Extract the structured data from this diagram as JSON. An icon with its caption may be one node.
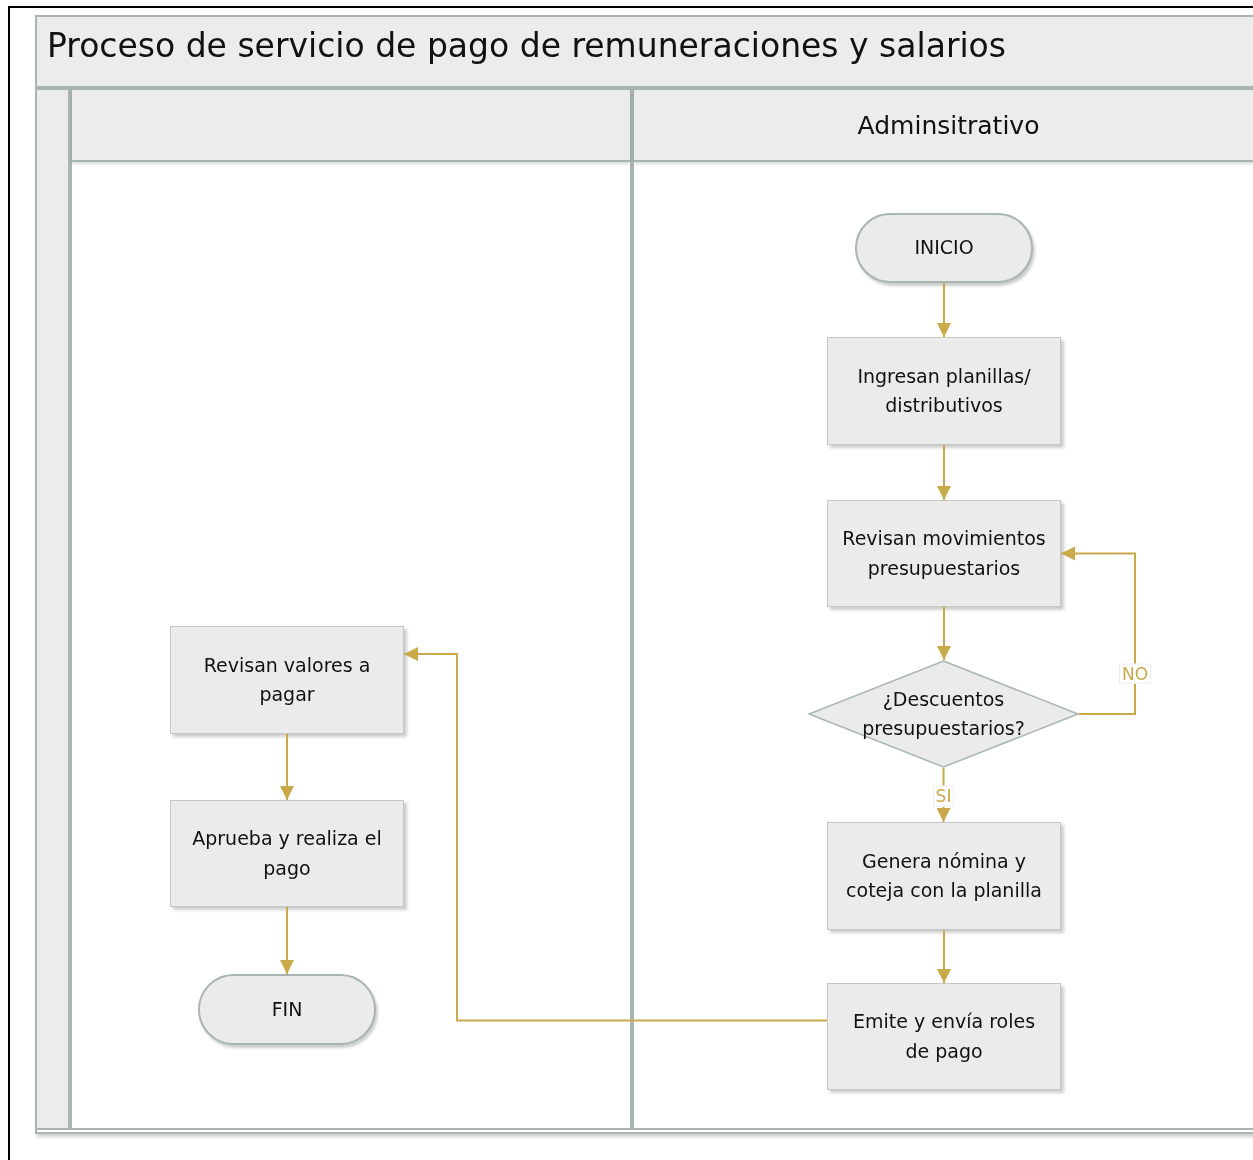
{
  "diagram": {
    "title": "Proceso de servicio de pago de remuneraciones y salarios",
    "nodes": [
      {
        "text": [],
        "shape": "band"
      },
      {
        "text": [
          "Adminsitrativo"
        ]
      },
      {
        "text": [
          "INICIO"
        ],
        "in": 1
      },
      {
        "text": [
          "Ingresan planillas/ distributivos"
        ],
        "in": 1
      },
      {
        "text": [
          "Revisan movimientos presupuestarios"
        ],
        "in": 1
      },
      {
        "text": [
          "¿Descuentos presupuestarios?"
        ],
        "in": 1
      },
      {
        "text": [
          "Genera nómina y coteja con la planilla"
        ],
        "in": 1
      },
      {
        "text": [
          "Emite y envía roles de pago"
        ],
        "in": 1
      },
      {
        "text": [
          "Revisan valores a pagar"
        ],
        "in": 0
      },
      {
        "text": [
          "Aprueba y realiza el pago"
        ],
        "in": 0
      },
      {
        "text": [
          "FIN"
        ],
        "in": 0
      }
    ],
    "edges": [
      {
        "from": 2,
        "to": 3,
        "arrow": "to"
      },
      {
        "from": 3,
        "to": 4,
        "arrow": "to"
      },
      {
        "from": 4,
        "to": 5,
        "arrow": "to"
      },
      {
        "from": 5,
        "to": 6,
        "arrow": "to",
        "label": "SI"
      },
      {
        "from": 5,
        "to": 4,
        "arrow": "to",
        "label": "NO"
      },
      {
        "from": 6,
        "to": 7,
        "arrow": "to"
      },
      {
        "from": 7,
        "to": 8,
        "arrow": "to"
      },
      {
        "from": 8,
        "to": 9,
        "arrow": "to"
      },
      {
        "from": 9,
        "to": 10,
        "arrow": "to"
      }
    ]
  }
}
